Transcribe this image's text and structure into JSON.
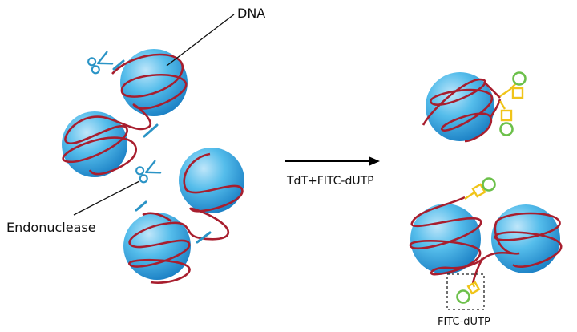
{
  "labels": {
    "dna": "DNA",
    "endonuclease": "Endonuclease",
    "reaction": "TdT+FITC-dUTP",
    "fitc": "FITC-dUTP"
  },
  "colors": {
    "ball_light": "#bfe6fa",
    "ball_mid": "#3fb0e6",
    "ball_dark": "#1a7fc4",
    "dna_strand": "#a81e2e",
    "scissors": "#2b94c6",
    "linker": "#f0c419",
    "fluorophore": "#6cc04a",
    "arrow": "#000000"
  },
  "icons": [
    "scissors-icon",
    "reaction-arrow"
  ]
}
